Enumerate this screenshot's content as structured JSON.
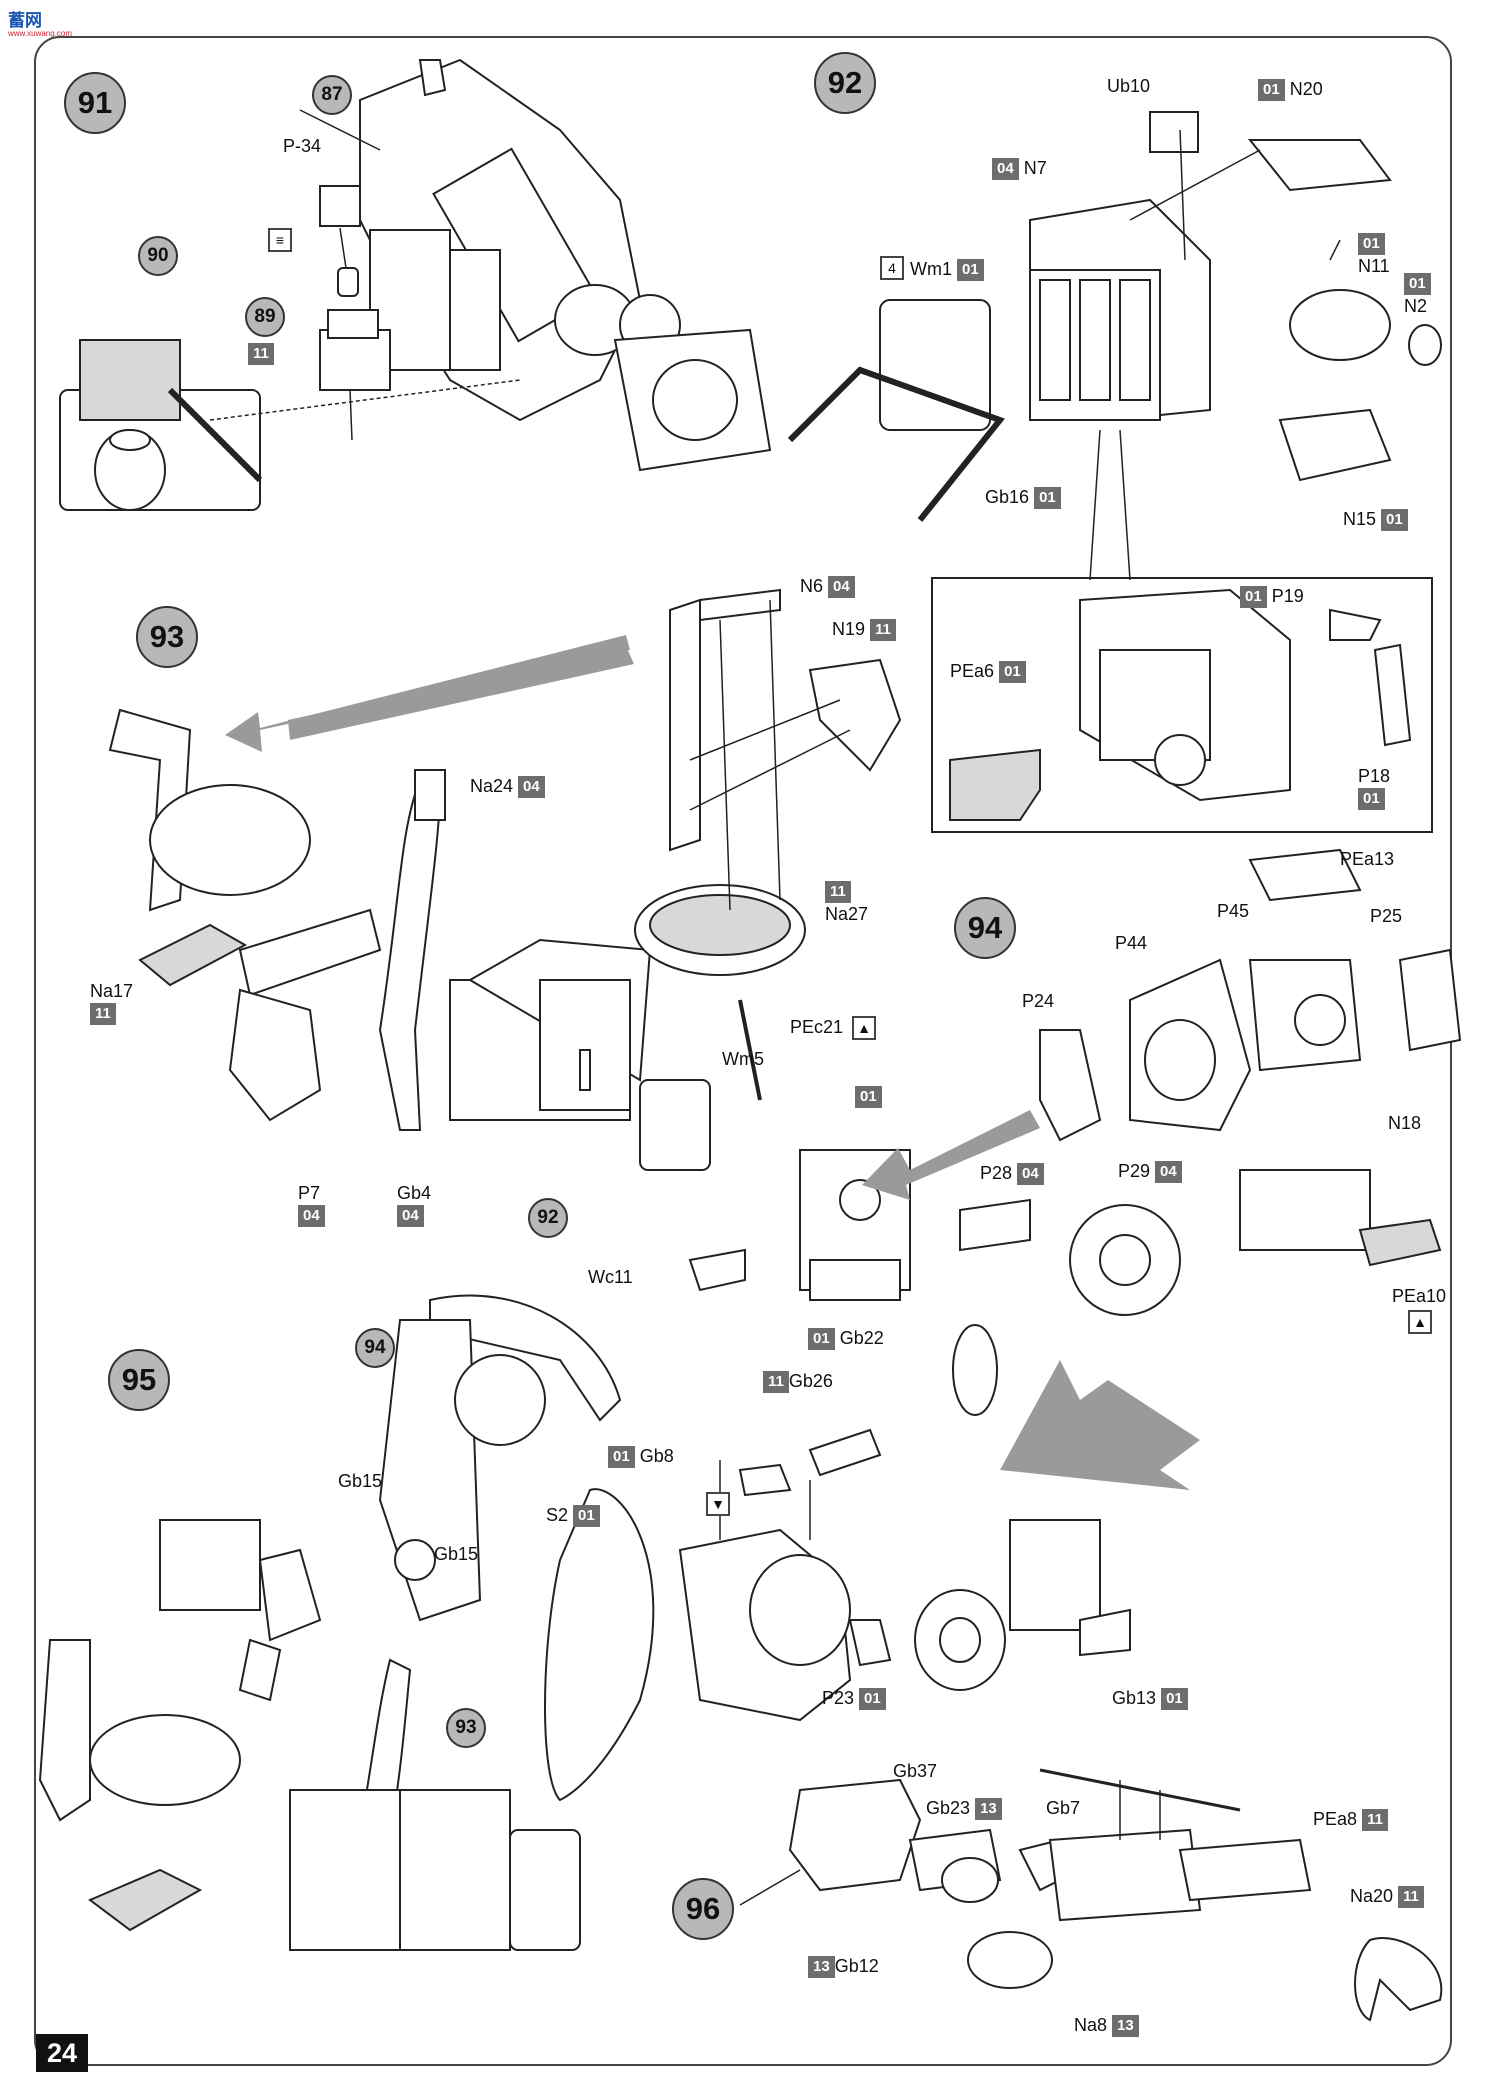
{
  "logo": {
    "name": "蓄网",
    "sub": "www.xuwang.com"
  },
  "page_number": "24",
  "steps": [
    {
      "id": "step91",
      "label": "91"
    },
    {
      "id": "step92",
      "label": "92"
    },
    {
      "id": "step93",
      "label": "93"
    },
    {
      "id": "step94",
      "label": "94"
    },
    {
      "id": "step95",
      "label": "95"
    },
    {
      "id": "step96",
      "label": "96"
    }
  ],
  "sub_refs": [
    "87",
    "90",
    "89",
    "92",
    "94",
    "93"
  ],
  "parts": [
    {
      "id": "p34",
      "name": "P-34",
      "sprue": ""
    },
    {
      "id": "p89",
      "name": "",
      "sprue": "11"
    },
    {
      "id": "ub10",
      "name": "Ub10",
      "sprue": ""
    },
    {
      "id": "n20",
      "name": "N20",
      "sprue": "01"
    },
    {
      "id": "n7",
      "name": "N7",
      "sprue": "04"
    },
    {
      "id": "wm1",
      "name": "Wm1",
      "sprue": "01"
    },
    {
      "id": "n11",
      "name": "N11",
      "sprue": "01"
    },
    {
      "id": "n2",
      "name": "N2",
      "sprue": "01"
    },
    {
      "id": "gb16",
      "name": "Gb16",
      "sprue": "01"
    },
    {
      "id": "n15",
      "name": "N15",
      "sprue": "01"
    },
    {
      "id": "n6",
      "name": "N6",
      "sprue": "04"
    },
    {
      "id": "n19",
      "name": "N19",
      "sprue": "11"
    },
    {
      "id": "p19",
      "name": "P19",
      "sprue": "01"
    },
    {
      "id": "pea6",
      "name": "PEa6",
      "sprue": "01"
    },
    {
      "id": "p18",
      "name": "P18",
      "sprue": "01"
    },
    {
      "id": "na24",
      "name": "Na24",
      "sprue": "04"
    },
    {
      "id": "na27",
      "name": "Na27",
      "sprue": "11"
    },
    {
      "id": "na17",
      "name": "Na17",
      "sprue": "11"
    },
    {
      "id": "pec21",
      "name": "PEc21",
      "sprue": ""
    },
    {
      "id": "wm5",
      "name": "Wm5",
      "sprue": ""
    },
    {
      "id": "p7",
      "name": "P7",
      "sprue": "04"
    },
    {
      "id": "gb4",
      "name": "Gb4",
      "sprue": "04"
    },
    {
      "id": "wc11",
      "name": "Wc11",
      "sprue": ""
    },
    {
      "id": "pea13",
      "name": "PEa13",
      "sprue": ""
    },
    {
      "id": "p45",
      "name": "P45",
      "sprue": ""
    },
    {
      "id": "p25",
      "name": "P25",
      "sprue": ""
    },
    {
      "id": "p44",
      "name": "P44",
      "sprue": ""
    },
    {
      "id": "p24",
      "name": "P24",
      "sprue": ""
    },
    {
      "id": "n18",
      "name": "N18",
      "sprue": ""
    },
    {
      "id": "p01box",
      "name": "",
      "sprue": "01"
    },
    {
      "id": "p28",
      "name": "P28",
      "sprue": "04"
    },
    {
      "id": "p29",
      "name": "P29",
      "sprue": "04"
    },
    {
      "id": "pea10",
      "name": "PEa10",
      "sprue": ""
    },
    {
      "id": "gb22",
      "name": "Gb22",
      "sprue": "01"
    },
    {
      "id": "gb26",
      "name": "Gb26",
      "sprue": "11"
    },
    {
      "id": "gb15a",
      "name": "Gb15",
      "sprue": ""
    },
    {
      "id": "gb15b",
      "name": "Gb15",
      "sprue": ""
    },
    {
      "id": "gb8",
      "name": "Gb8",
      "sprue": "01"
    },
    {
      "id": "s2",
      "name": "S2",
      "sprue": "01"
    },
    {
      "id": "p23",
      "name": "P23",
      "sprue": "01"
    },
    {
      "id": "gb13",
      "name": "Gb13",
      "sprue": "01"
    },
    {
      "id": "gb37",
      "name": "Gb37",
      "sprue": ""
    },
    {
      "id": "gb23",
      "name": "Gb23",
      "sprue": "13"
    },
    {
      "id": "gb7",
      "name": "Gb7",
      "sprue": ""
    },
    {
      "id": "pea8",
      "name": "PEa8",
      "sprue": "11"
    },
    {
      "id": "na20",
      "name": "Na20",
      "sprue": "11"
    },
    {
      "id": "gb12",
      "name": "Gb12",
      "sprue": "13"
    },
    {
      "id": "na8",
      "name": "Na8",
      "sprue": "13"
    }
  ],
  "icons": {
    "glue": "glue-icon",
    "photoetch": "photoetch-icon",
    "bend": "bend-icon",
    "paint": "paint-icon"
  }
}
